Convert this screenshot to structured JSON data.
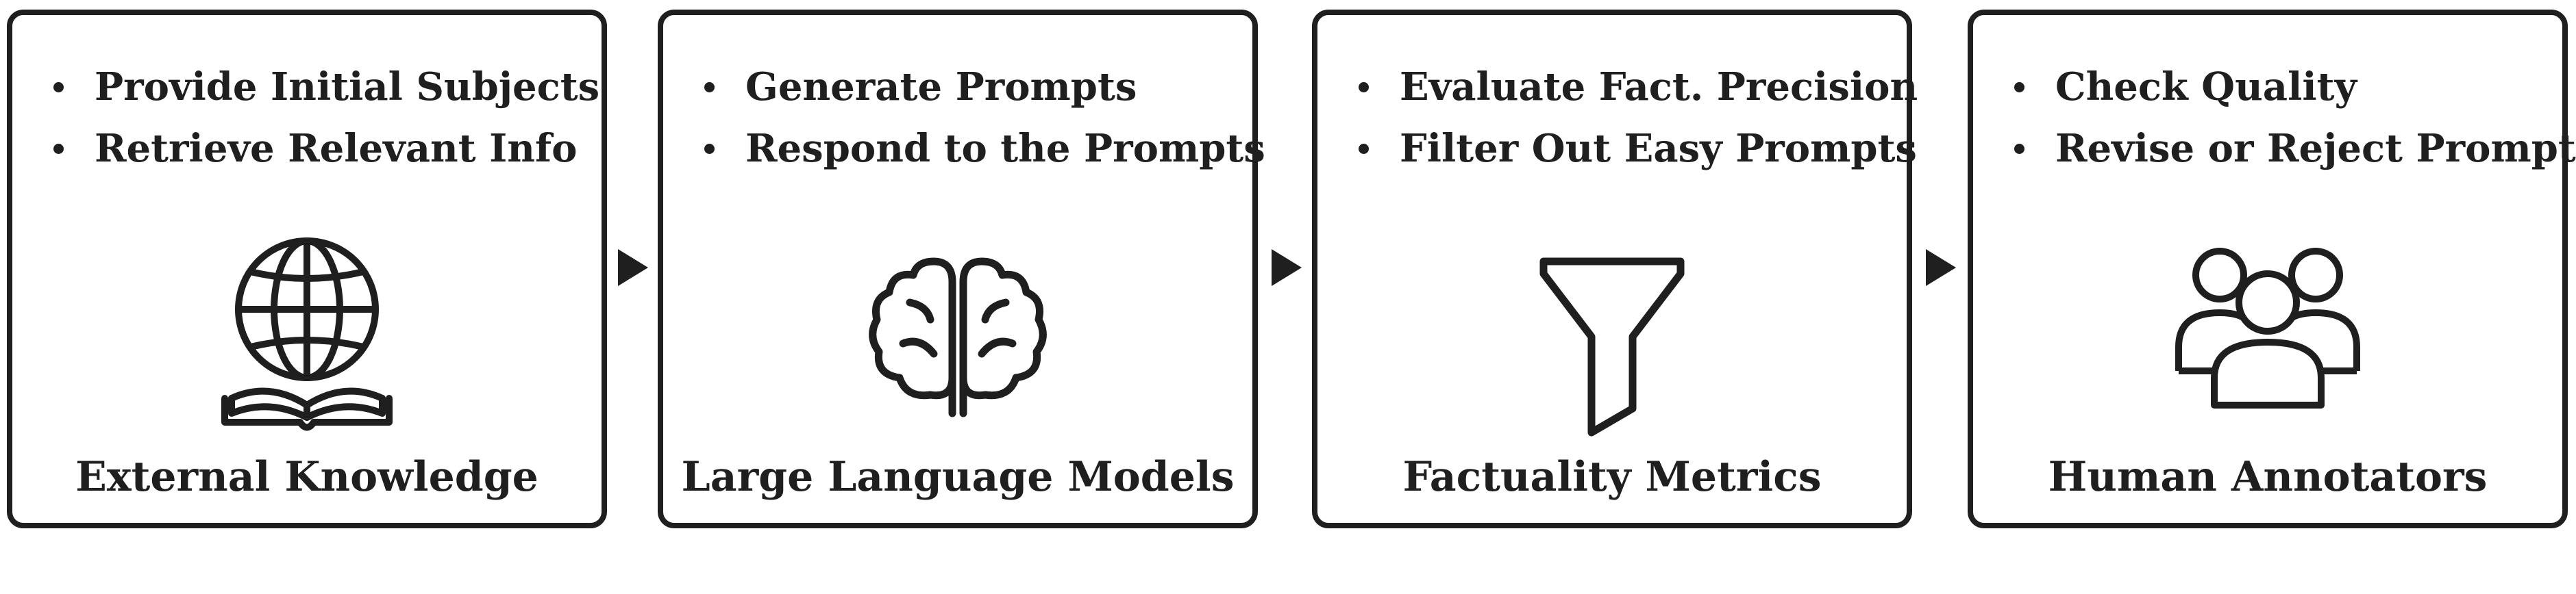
{
  "stages": [
    {
      "title": "External Knowledge",
      "bullets": [
        "Provide Initial Subjects",
        "Retrieve Relevant Info"
      ],
      "icon": "globe-book-icon"
    },
    {
      "title": "Large Language Models",
      "bullets": [
        "Generate Prompts",
        "Respond to the Prompts"
      ],
      "icon": "brain-icon"
    },
    {
      "title": "Factuality Metrics",
      "bullets": [
        "Evaluate Fact. Precision",
        "Filter Out Easy Prompts"
      ],
      "icon": "filter-funnel-icon"
    },
    {
      "title": "Human Annotators",
      "bullets": [
        "Check Quality",
        "Revise or Reject Prompts"
      ],
      "icon": "people-group-icon"
    }
  ],
  "colors": {
    "ink": "#1f1f1f",
    "background": "#ffffff"
  },
  "connectors": [
    "arrow-right-icon",
    "arrow-right-icon",
    "arrow-right-icon"
  ]
}
